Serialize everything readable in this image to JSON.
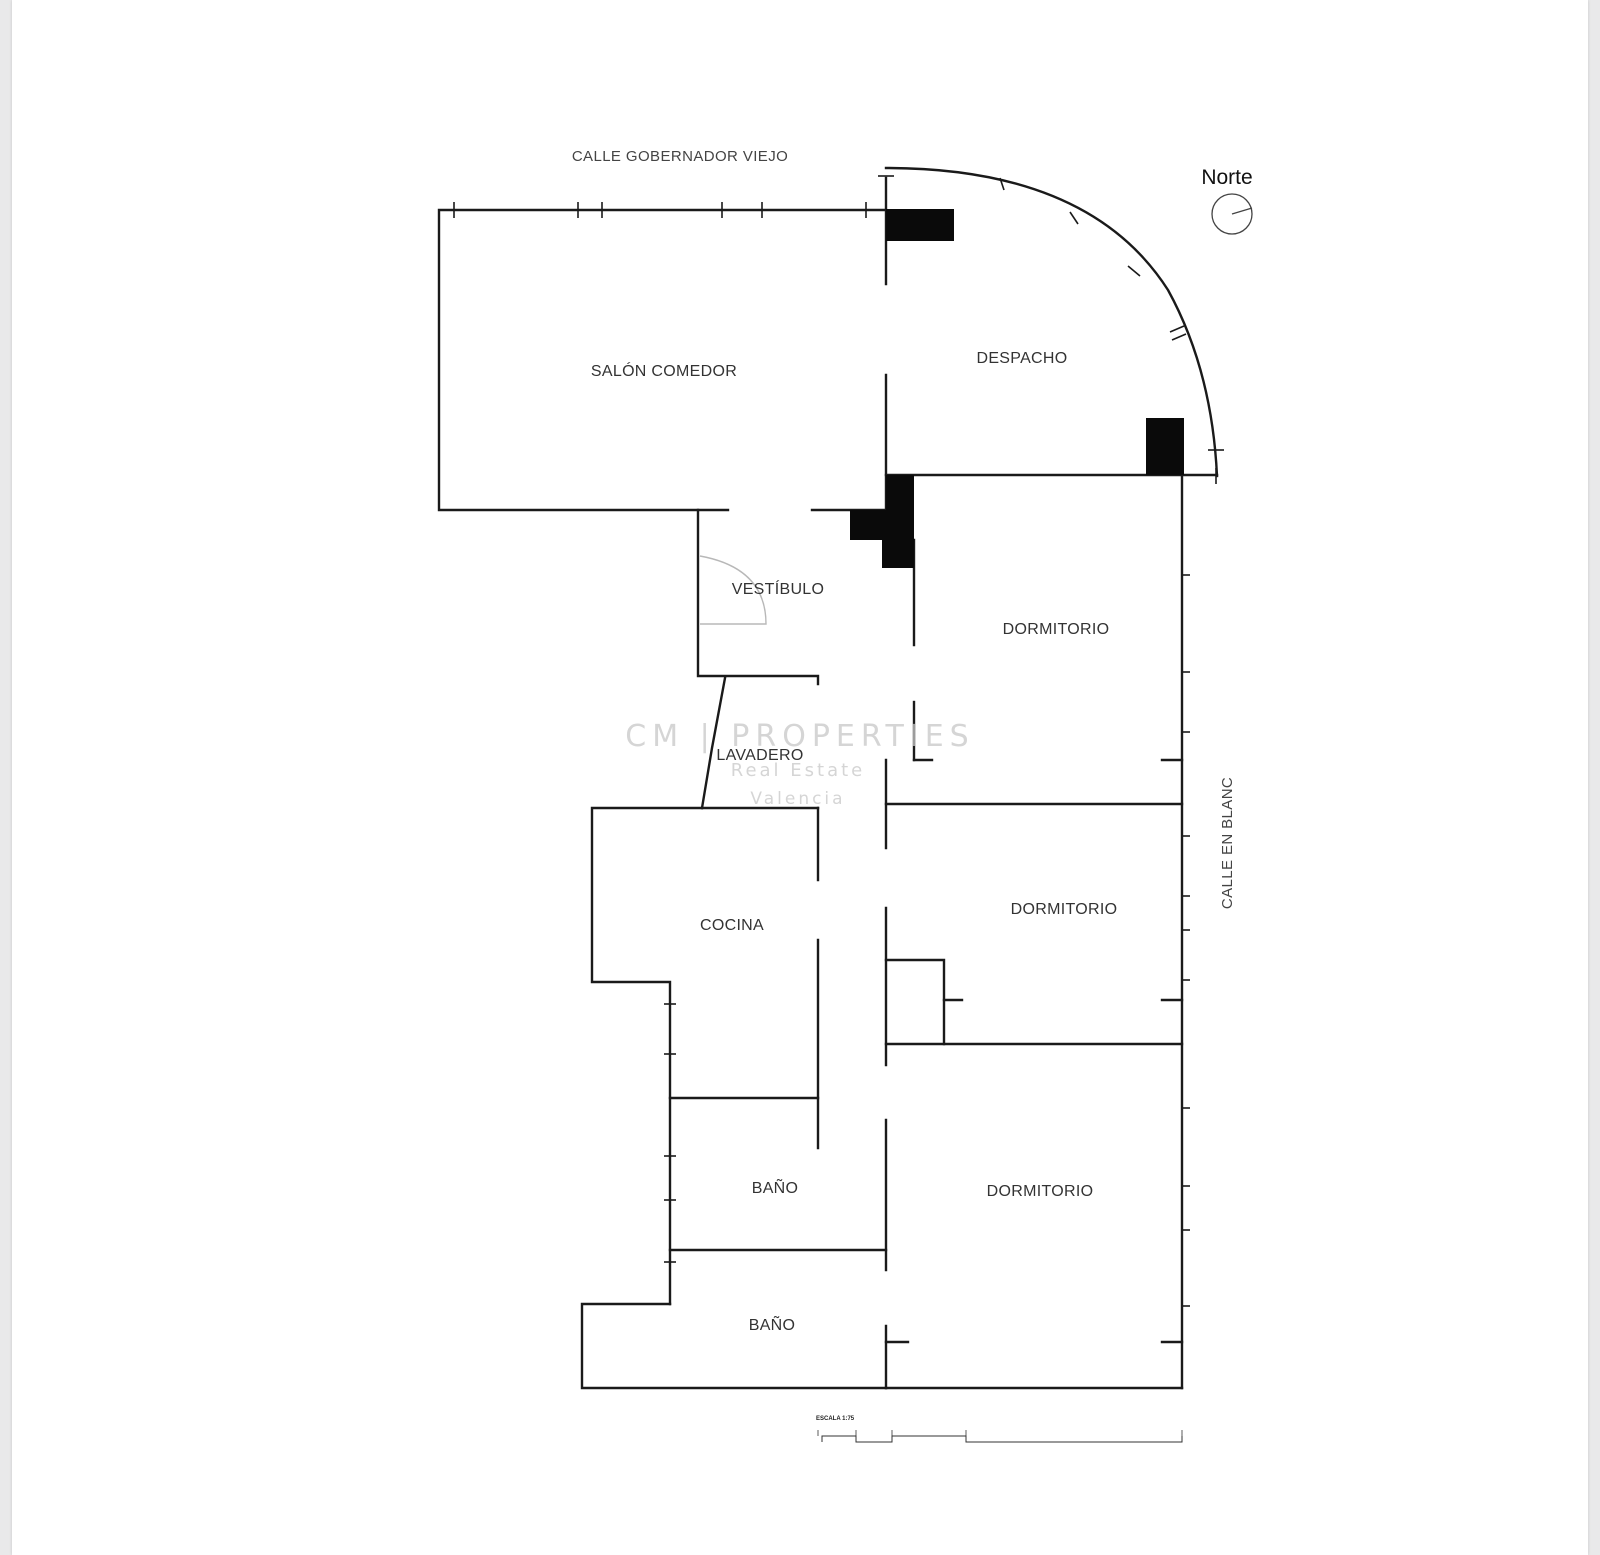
{
  "streets": {
    "north": "CALLE GOBERNADOR VIEJO",
    "east": "CALLE EN BLANC"
  },
  "compass": {
    "label": "Norte"
  },
  "rooms": {
    "salon": "SALÓN COMEDOR",
    "despacho": "DESPACHO",
    "vestibulo": "VESTÍBULO",
    "dormitorio_1": "DORMITORIO",
    "lavadero": "LAVADERO",
    "dormitorio_2": "DORMITORIO",
    "cocina": "COCINA",
    "bano_1": "BAÑO",
    "dormitorio_3": "DORMITORIO",
    "bano_2": "BAÑO"
  },
  "scale": {
    "label": "ESCALA 1:75"
  },
  "watermark": {
    "line1": "CM | PROPERTIES",
    "line2": "Real Estate",
    "line3": "Valencia"
  },
  "colors": {
    "wall": "#1a1a1a",
    "pillar": "#0a0a0a",
    "background": "#ffffff",
    "frame": "#e9e9ea"
  }
}
